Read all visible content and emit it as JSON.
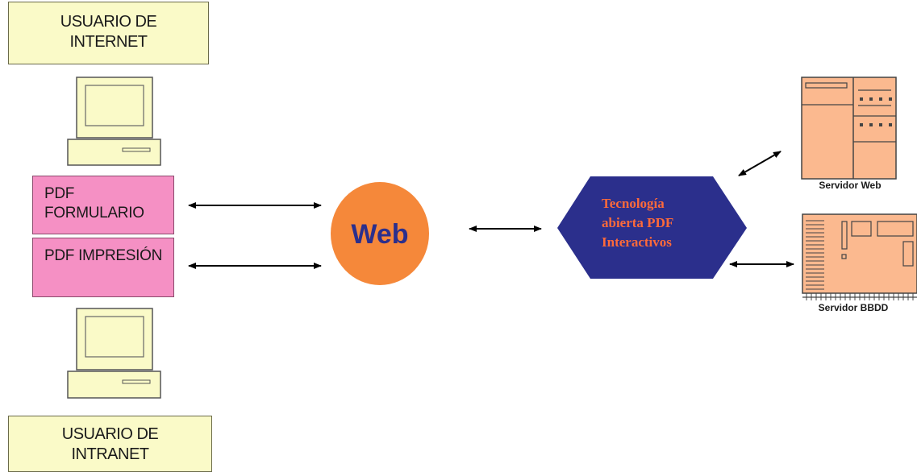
{
  "users": {
    "internet_label": "USUARIO DE INTERNET",
    "intranet_label": "USUARIO DE INTRANET"
  },
  "documents": {
    "form_label": "PDF FORMULARIO",
    "print_label": "PDF IMPRESIÓN"
  },
  "web": {
    "label": "Web"
  },
  "technology": {
    "line1": "Tecnología",
    "line2": "abierta PDF",
    "line3": "Interactivos"
  },
  "servers": {
    "web_label": "Servidor Web",
    "db_label": "Servidor BBDD"
  },
  "icons": {
    "computer": "computer-icon",
    "web_server": "server-tower-icon",
    "db_server": "server-rack-icon"
  },
  "colors": {
    "user_box": "#fafac8",
    "pdf_box": "#f590c4",
    "web_circle": "#f5883a",
    "web_text": "#2b2f8c",
    "tech_hexagon": "#2b2f8c",
    "tech_text": "#ff6a3a",
    "server_fill": "#fbb98f",
    "computer_fill": "#fafac8"
  }
}
